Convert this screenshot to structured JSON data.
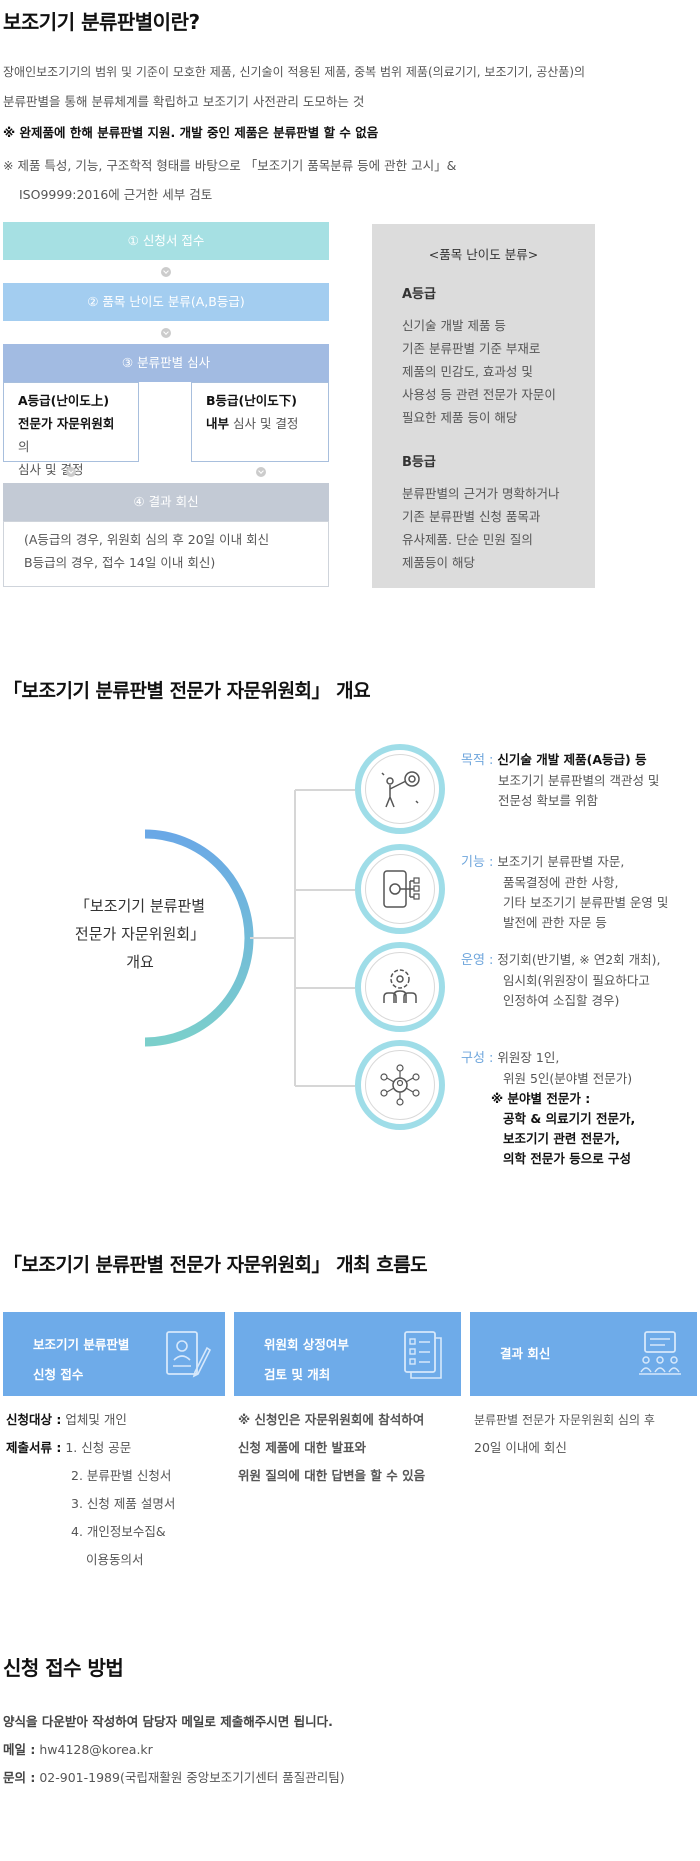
{
  "section1": {
    "title": "보조기기 분류판별이란?",
    "para1_line1": "장애인보조기기의 범위 및 기준이 모호한 제품, 신기술이 적용된 제품, 중복 범위 제품(의료기기, 보조기기, 공산품)의",
    "para1_line2": "분류판별을 통해 분류체계를 확립하고 보조기기 사전관리 도모하는 것",
    "notice": "※ 완제품에 한해 분류판별 지원. 개발 중인 제품은 분류판별 할 수 없음",
    "note_line1": "※ 제품 특성, 기능, 구조학적 형태를 바탕으로 「보조기기 품목분류 등에 관한 고시」&",
    "note_line2": "ISO9999:2016에 근거한 세부 검토"
  },
  "flow": {
    "step1": "① 신청서 접수",
    "step2": "② 품목 난이도 분류(A,B등급)",
    "step3": "③ 분류판별 심사",
    "a_title": "A등급(난이도上)",
    "a_bold": "전문가 자문위원회",
    "a_suffix": "의",
    "a_line3": "심사 및 결정",
    "b_title": "B등급(난이도下)",
    "b_bold": "내부",
    "b_suffix": " 심사 및 결정",
    "step4": "④ 결과 회신",
    "result_line1": "(A등급의 경우, 위원회 심의 후 20일 이내 회신",
    "result_line2": "B등급의 경우, 접수 14일 이내 회신)",
    "colors": {
      "step1": "#a6e0e3",
      "step2": "#a3cdf0",
      "step3": "#a2bbe2",
      "step4": "#c3cad5"
    }
  },
  "grade_box": {
    "title": "<품목 난이도 분류>",
    "a_heading": "A등급",
    "a_lines": [
      "신기술 개발 제품 등",
      "기존 분류판별 기준 부재로",
      "제품의 민감도, 효과성 및",
      "사용성 등 관련 전문가 자문이",
      "필요한 제품 등이 해당"
    ],
    "b_heading": "B등급",
    "b_lines": [
      "분류판별의 근거가 명확하거나",
      "기존 분류판별 신청 품목과",
      "유사제품. 단순 민원 질의",
      "제품등이 해당"
    ]
  },
  "committee": {
    "title": "「보조기기 분류판별 전문가 자문위원회」 개요",
    "center_line1": "「보조기기 분류판별",
    "center_line2": "전문가 자문위원회」",
    "center_line3": "개요",
    "items": [
      {
        "key": "목적 :",
        "lead": "신기술 개발 제품(A등급) 등",
        "lines": [
          "보조기기 분류판별의 객관성 및",
          "전문성 확보를 위함"
        ],
        "icon": "target-person-icon"
      },
      {
        "key": "기능 :",
        "lead": "보조기기 분류판별 자문,",
        "lines": [
          "품목결정에 관한 사항,",
          "기타 보조기기 분류판별 운영 및",
          "발전에 관한 자문 등"
        ],
        "icon": "tablet-network-icon"
      },
      {
        "key": "운영 :",
        "lead": "정기회(반기별, ※ 연2회 개최),",
        "lines": [
          "임시회(위원장이 필요하다고",
          "인정하여 소집할 경우)"
        ],
        "icon": "team-gear-icon"
      },
      {
        "key": "구성 :",
        "lead": "위원장 1인,",
        "lines": [
          "위원 5인(분야별 전문가)"
        ],
        "icon": "expert-network-icon"
      }
    ],
    "composition_bold": [
      "※ 분야별 전문가 :",
      "공학 & 의료기기 전문가,",
      "보조기기 관련 전문가,",
      "의학 전문가 등으로 구성"
    ]
  },
  "process": {
    "title": "「보조기기 분류판별 전문가 자문위원회」 개최 흐름도",
    "box1_line1": "보조기기 분류판별",
    "box1_line2": "신청 접수",
    "box2_line1": "위원회 상정여부",
    "box2_line2": "검토 및 개최",
    "box3_label": "결과 회신",
    "col1_key1": "신청대상 :",
    "col1_val1": "업체및 개인",
    "col1_key2": "제출서류 :",
    "col1_docs": [
      "1. 신청 공문",
      "2. 분류판별 신청서",
      "3. 신청 제품 설명서",
      "4. 개인정보수집&",
      "이용동의서"
    ],
    "col2_lines": [
      "※ 신청인은 자문위원회에 참석하여",
      "신청 제품에 대한 발표와",
      "위원 질의에 대한 답변을 할 수 있음"
    ],
    "col3_lines": [
      "분류판별 전문가 자문위원회 심의 후",
      "20일 이내에 회신"
    ]
  },
  "apply": {
    "title": "신청 접수 방법",
    "desc": "양식을 다운받아 작성하여 담당자 메일로 제출해주시면 됩니다.",
    "mail_key": "메일 :",
    "mail_val": "hw4128@korea.kr",
    "phone_key": "문의 :",
    "phone_val": "02-901-1989(국립재활원 중앙보조기기센터 품질관리팀)"
  }
}
